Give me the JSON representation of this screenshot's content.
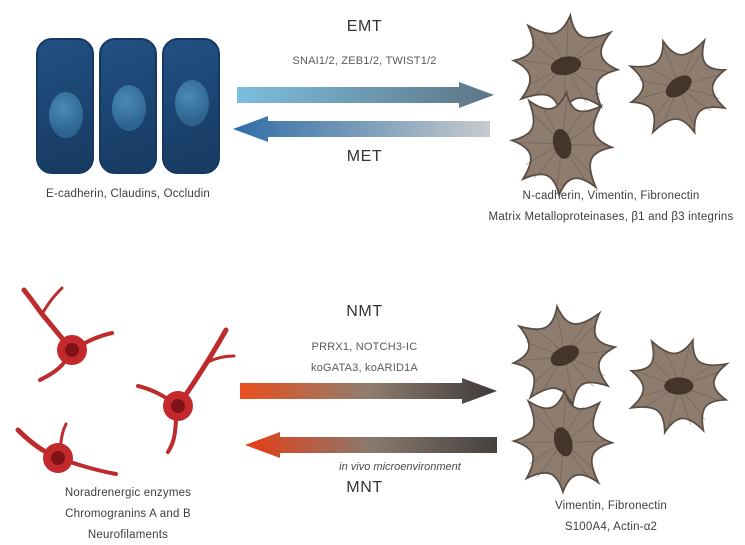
{
  "top": {
    "epithelial_label": "E-cadherin, Claudins, Occludin",
    "emt": {
      "title": "EMT",
      "factors": "SNAI1/2, ZEB1/2, TWIST1/2"
    },
    "met": {
      "title": "MET"
    },
    "mesenchymal_label_line1": "N-cadherin, Vimentin, Fibronectin",
    "mesenchymal_label_line2": "Matrix Metalloproteinases,  β1 and β3 integrins"
  },
  "bottom": {
    "neuronal_lines": [
      "Noradrenergic enzymes",
      "Chromogranins A and B",
      "Neurofilaments"
    ],
    "nmt": {
      "title": "NMT",
      "factors_line1": "PRRX1, NOTCH3-IC",
      "factors_line2": "koGATA3, koARID1A"
    },
    "mnt": {
      "title": "MNT",
      "condition": "in vivo microenvironment"
    },
    "mesenchymal_label_line1": "Vimentin,  Fibronectin",
    "mesenchymal_label_line2": "S100A4, Actin-α2"
  },
  "colors": {
    "emt_start": "#7cbede",
    "emt_end": "#5d7585",
    "met_start": "#2e6da6",
    "met_end": "#c6cbce",
    "nmt_start": "#e8501f",
    "nmt_mid": "#8f7d6e",
    "nmt_end": "#3e3a39",
    "mnt_start": "#e63d14",
    "mnt_mid": "#8a7a6e",
    "mnt_end": "#454140",
    "mesenchymal_fill": "#8e7d6f",
    "mesenchymal_stroke": "#5a4d43",
    "mesenchymal_nucleus": "#443429",
    "neuron_fill": "#c2282c",
    "neuron_nucleus": "#7e1216"
  }
}
